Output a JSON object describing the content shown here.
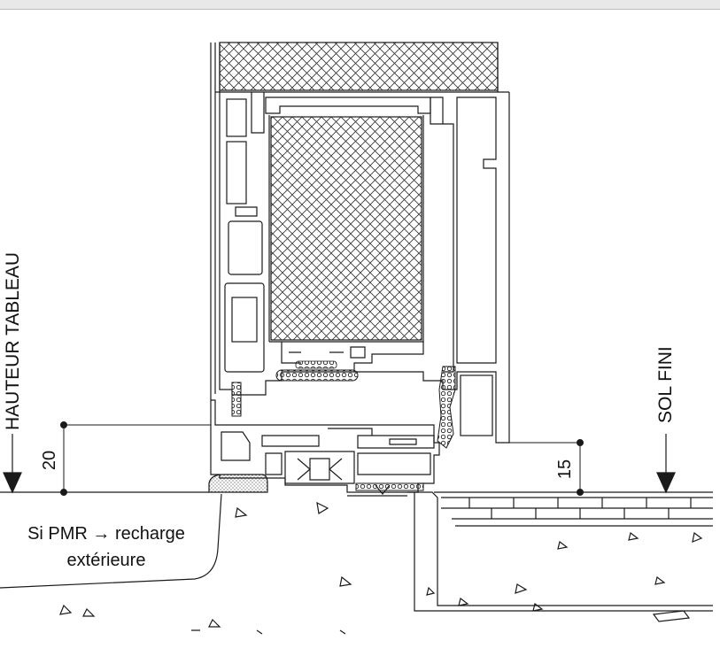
{
  "labels": {
    "hauteur_tableau": "HAUTEUR TABLEAU",
    "sol_fini": "SOL FINI",
    "pmr_line1": "Si PMR → recharge",
    "pmr_line2": "extérieure"
  },
  "dimensions": {
    "left": "20",
    "right": "15"
  },
  "colors": {
    "line": "#1a1a1a",
    "hatch": "#333333",
    "background": "#ffffff"
  }
}
